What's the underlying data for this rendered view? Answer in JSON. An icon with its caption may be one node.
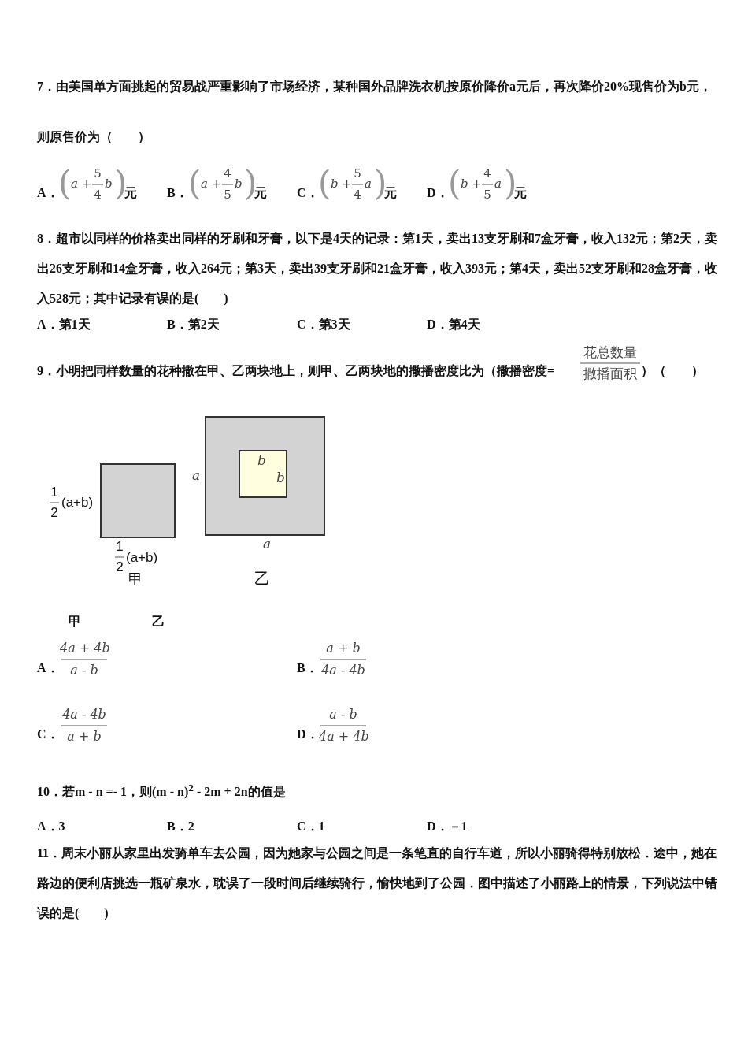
{
  "diagram": {
    "nodes": [
      {
        "text": [],
        "shape": "box",
        "beside": [
          "1",
          "2",
          "(a+b)",
          "1",
          "2",
          "(a+b)",
          "甲"
        ]
      },
      {
        "text": [],
        "shape": "box",
        "beside": [
          "a",
          "a",
          "乙"
        ]
      },
      {
        "text": [
          "b",
          "b"
        ],
        "in": 1
      }
    ],
    "labels": [
      "7．由美国单方面挑起的贸易战严重影响了市场经济，某种国外品牌洗衣机按原价降价a元后，再次降价20%现售价为b元，则原售价为（　　）",
      "A．",
      "(",
      "a +",
      "5",
      "4",
      "b",
      ")",
      "元",
      "B．",
      "(",
      "a +",
      "4",
      "5",
      "b",
      ")",
      "元",
      "C．",
      "(",
      "b +",
      "5",
      "4",
      "a",
      ")",
      "元",
      "D．",
      "(",
      "b +",
      "4",
      "5",
      "a",
      ")",
      "元",
      "8．超市以同样的价格卖出同样的牙刷和牙膏，以下是4天的记录：第1天，卖出13支牙刷和7盒牙膏，收入132元；第2天，卖出26支牙刷和14盒牙膏，收入264元；第3天，卖出39支牙刷和21盒牙膏，收入393元；第4天，卖出52支牙刷和28盒牙膏，收入528元；其中记录有误的是(　　)",
      "A．第1天",
      "B．第2天",
      "C．第3天",
      "D．第4天",
      "9．小明把同样数量的花种撒在甲、乙两块地上，则甲、乙两块地的撒播密度比为（撒播密度=",
      "花总数量",
      "撒播面积",
      "）（　　）",
      "甲",
      "乙",
      "A．",
      "4a + 4b",
      "a - b",
      "B．",
      "a + b",
      "4a - 4b",
      "C．",
      "4a - 4b",
      "a + b",
      "D．",
      "a - b",
      "4a + 4b",
      "10．若m - n =- 1，则(m - n)$^{2}$ - 2m + 2n的值是",
      "A．3",
      "B．2",
      "C．1",
      "D．－1",
      "11．周末小丽从家里出发骑单车去公园，因为她家与公园之间是一条笔直的自行车道，所以小丽骑得特别放松．途中，她在路边的便利店挑选一瓶矿泉水，耽误了一段时间后继续骑行，愉快地到了公园．图中描述了小丽路上的情景，下列说法中错误的是(　　)"
    ]
  }
}
